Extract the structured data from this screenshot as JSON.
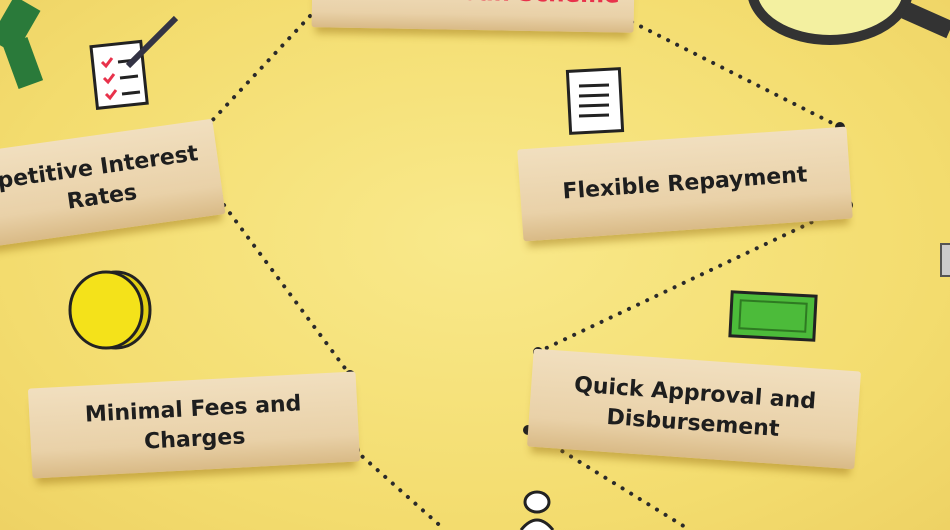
{
  "blocks": {
    "top": "Personal Loan Scheme",
    "left_line1": "petitive Interest",
    "left_line2": "Rates",
    "right": "Flexible Repayment",
    "bottom_left_line1": "Minimal Fees and",
    "bottom_left_line2": "Charges",
    "bottom_right_line1": "Quick Approval and",
    "bottom_right_line2": "Disbursement"
  },
  "colors": {
    "background": "#f6e27a",
    "wood": "#ecd6b0",
    "title_text": "#e8324b",
    "text": "#1e1e1e",
    "coin": "#f4e21a",
    "cash": "#4cbb3a"
  },
  "icons": [
    "checklist-icon",
    "document-icon",
    "coin-icon",
    "cash-icon",
    "magnifier-icon",
    "binder-clip-icon",
    "person-icon"
  ]
}
